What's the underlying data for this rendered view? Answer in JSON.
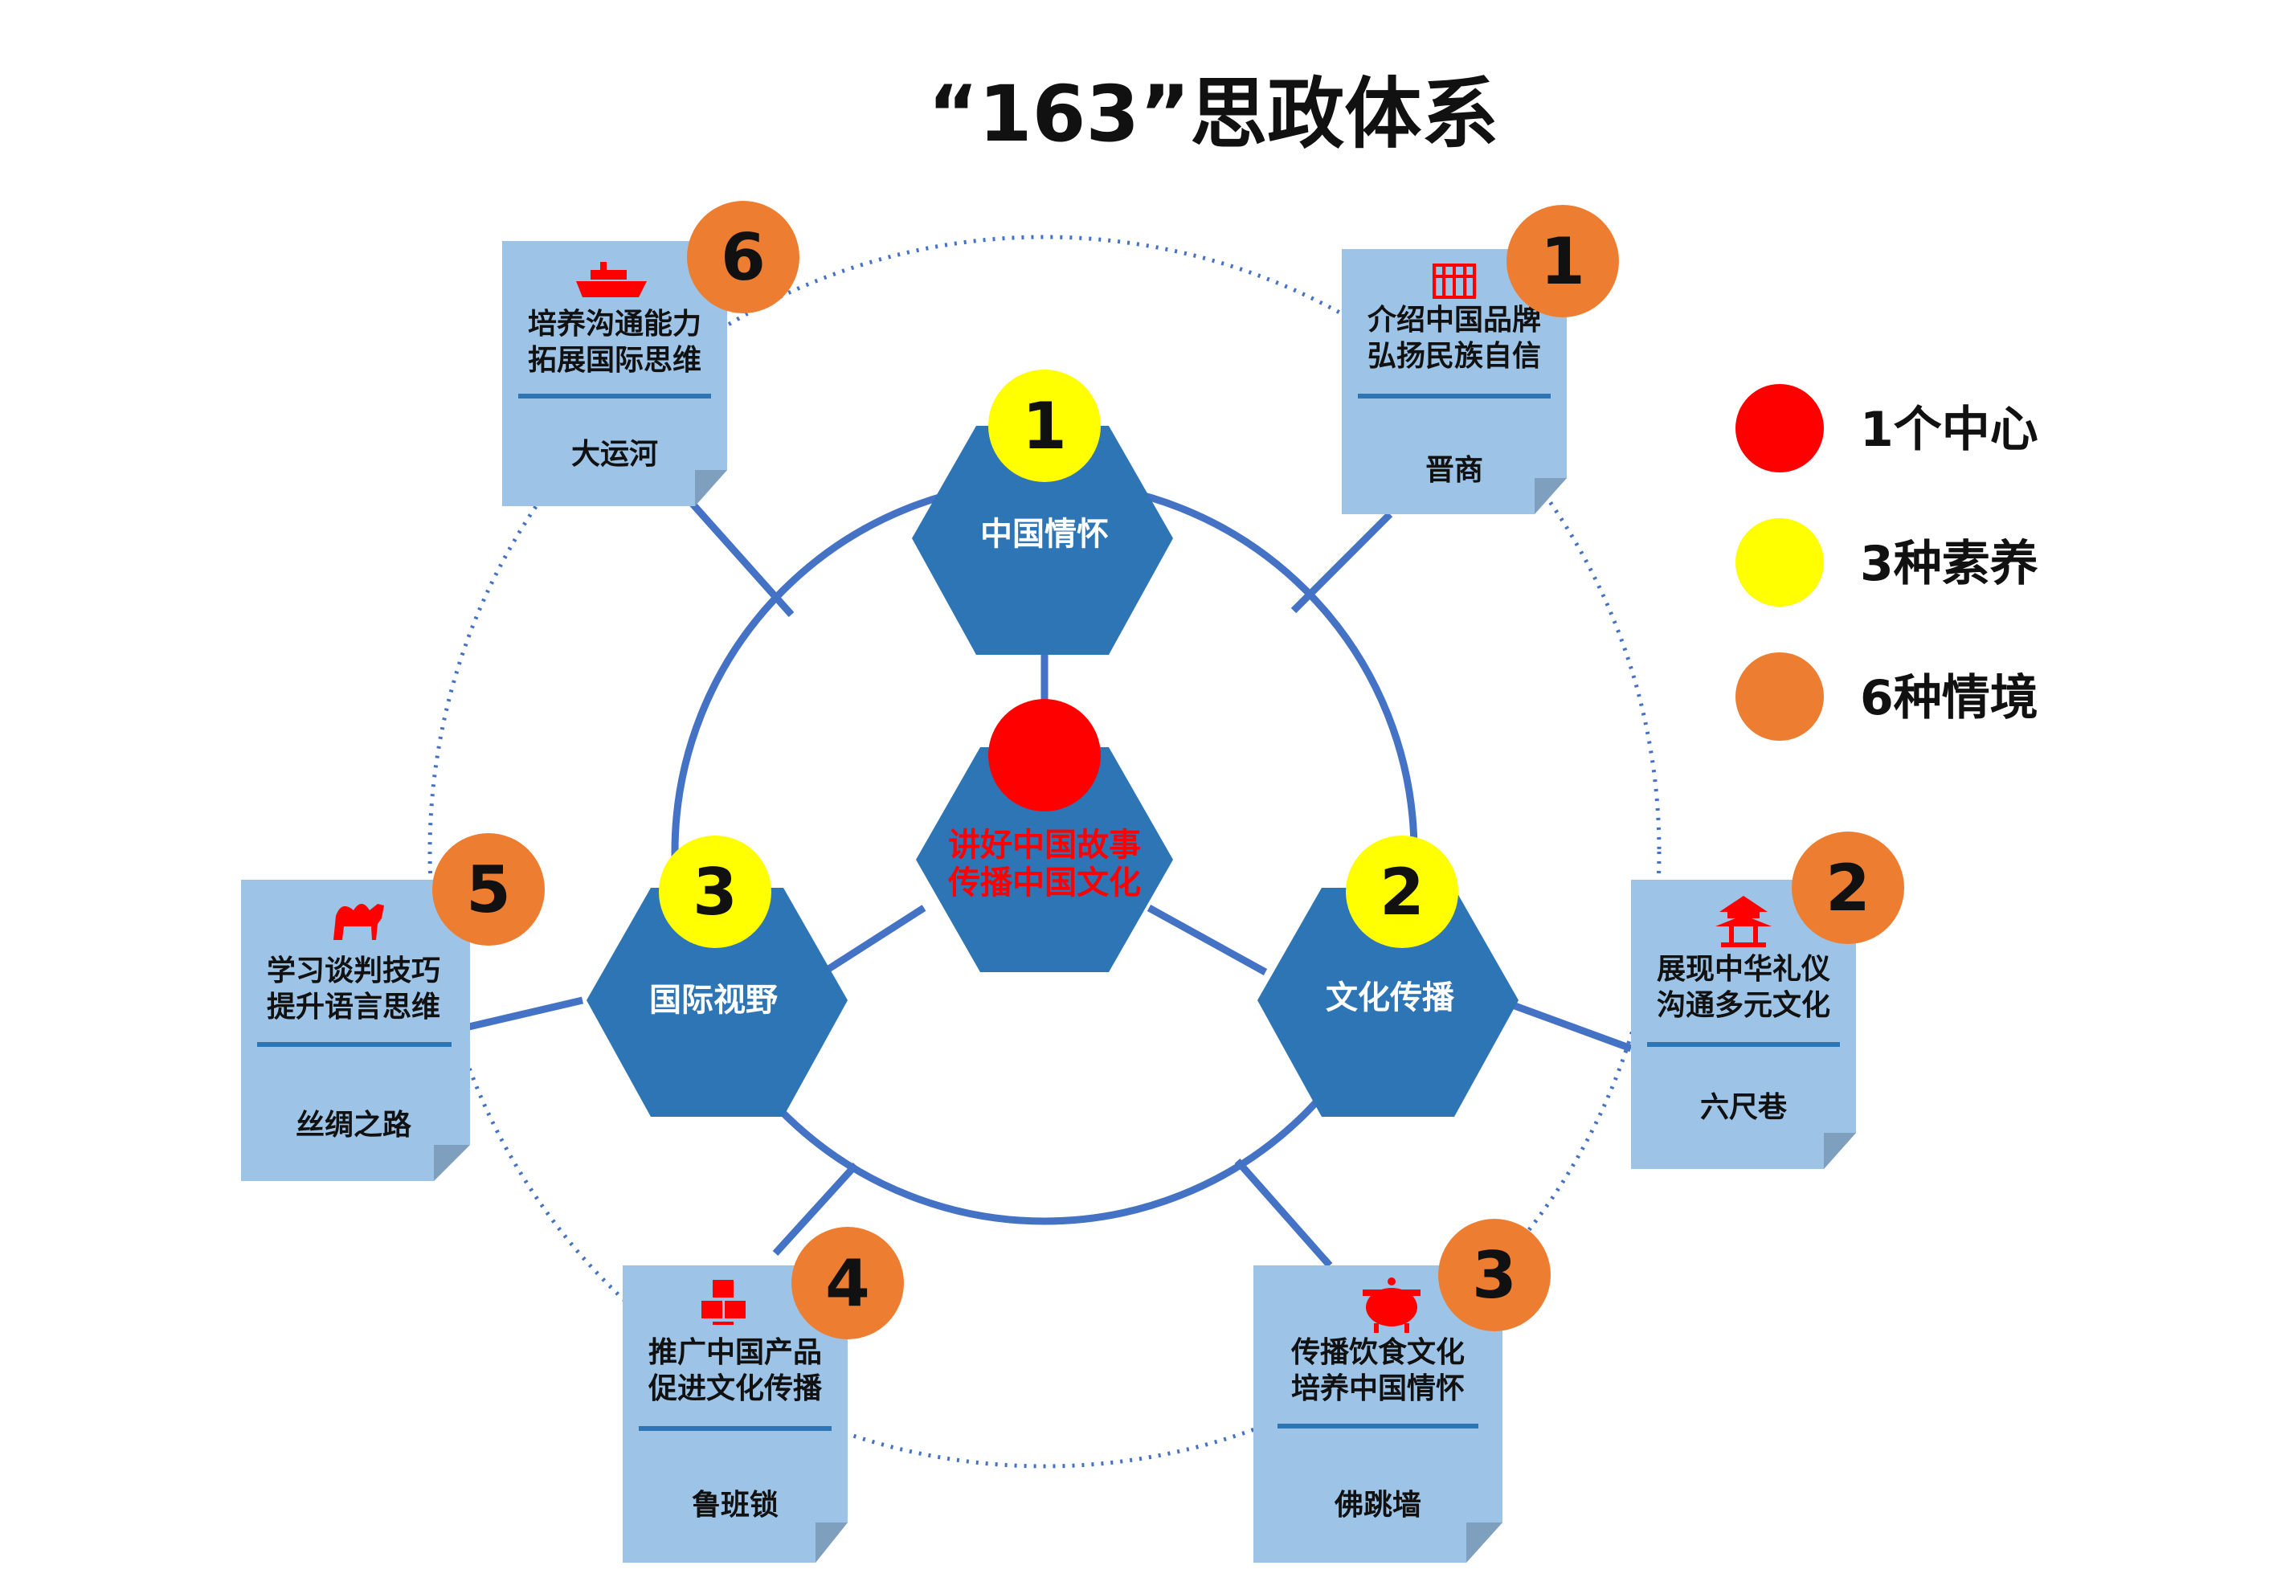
{
  "title": "“163”思政体系",
  "center": {
    "line1": "讲好中国故事",
    "line2": "传播中国文化"
  },
  "literacies": [
    {
      "num": "1",
      "label": "中国情怀"
    },
    {
      "num": "2",
      "label": "文化传播"
    },
    {
      "num": "3",
      "label": "国际视野"
    }
  ],
  "contexts": [
    {
      "num": "1",
      "line1": "介绍中国品牌",
      "line2": "弘扬民族自信",
      "name": "晋商",
      "icon": "abacus-icon"
    },
    {
      "num": "2",
      "line1": "展现中华礼仪",
      "line2": "沟通多元文化",
      "name": "六尺巷",
      "icon": "pavilion-icon"
    },
    {
      "num": "3",
      "line1": "传播饮食文化",
      "line2": "培养中国情怀",
      "name": "佛跳墙",
      "icon": "cauldron-icon"
    },
    {
      "num": "4",
      "line1": "推广中国产品",
      "line2": "促进文化传播",
      "name": "鲁班锁",
      "icon": "cubes-icon"
    },
    {
      "num": "5",
      "line1": "学习谈判技巧",
      "line2": "提升语言思维",
      "name": "丝绸之路",
      "icon": "camel-icon"
    },
    {
      "num": "6",
      "line1": "培养沟通能力",
      "line2": "拓展国际思维",
      "name": "大运河",
      "icon": "ship-icon"
    }
  ],
  "legend": [
    {
      "label": "1个中心",
      "color": "#ff0000"
    },
    {
      "label": "3种素养",
      "color": "#ffff00"
    },
    {
      "label": "6种情境",
      "color": "#ed7d31"
    }
  ],
  "colors": {
    "hexagon": "#2e75b6",
    "connector": "#4472c4",
    "card": "#9dc3e6",
    "card_fold": "#7f9fbf",
    "card_rule": "#2e75b6",
    "center_text": "#ff0000",
    "icon": "#ff0000"
  }
}
